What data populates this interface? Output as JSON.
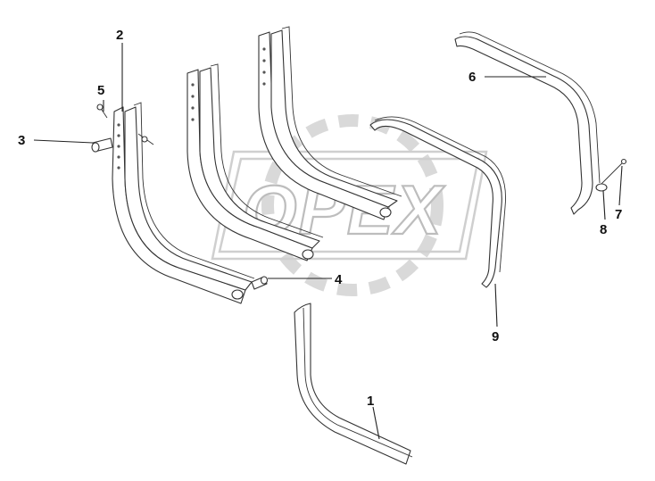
{
  "watermark": {
    "text": "OPEX"
  },
  "callouts": [
    {
      "id": "1",
      "label": "1"
    },
    {
      "id": "2",
      "label": "2"
    },
    {
      "id": "3",
      "label": "3"
    },
    {
      "id": "4",
      "label": "4"
    },
    {
      "id": "5",
      "label": "5"
    },
    {
      "id": "6",
      "label": "6"
    },
    {
      "id": "7",
      "label": "7"
    },
    {
      "id": "8",
      "label": "8"
    },
    {
      "id": "9",
      "label": "9"
    }
  ],
  "colors": {
    "line": "#333333",
    "watermark": "#cfcfcf",
    "background": "#ffffff"
  }
}
